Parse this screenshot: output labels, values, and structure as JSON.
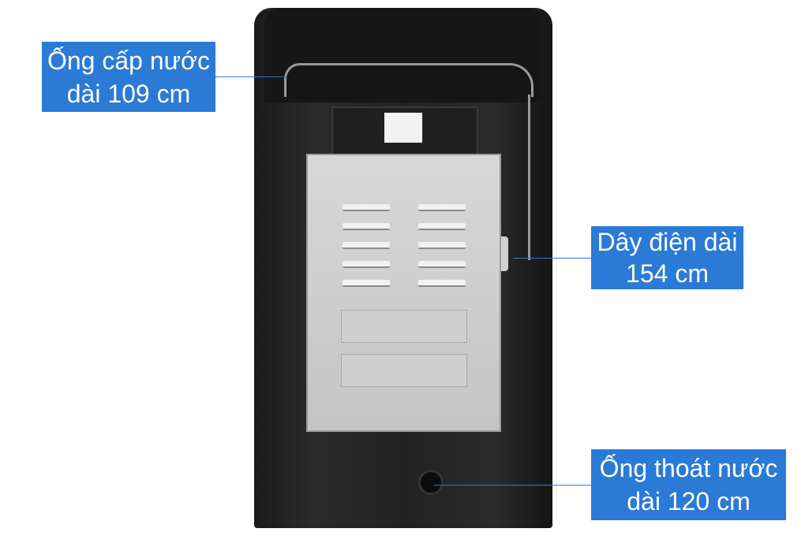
{
  "accent_color": "#2a7ad6",
  "product": "washing-machine-rear-view",
  "annotations": {
    "inlet_hose": {
      "line1": "Ống cấp nước",
      "line2": "dài 109 cm"
    },
    "power_cord": {
      "line1": "Dây điện dài",
      "line2": "154 cm"
    },
    "drain_hose": {
      "line1": "Ống thoát nước",
      "line2": "dài 120 cm"
    }
  }
}
